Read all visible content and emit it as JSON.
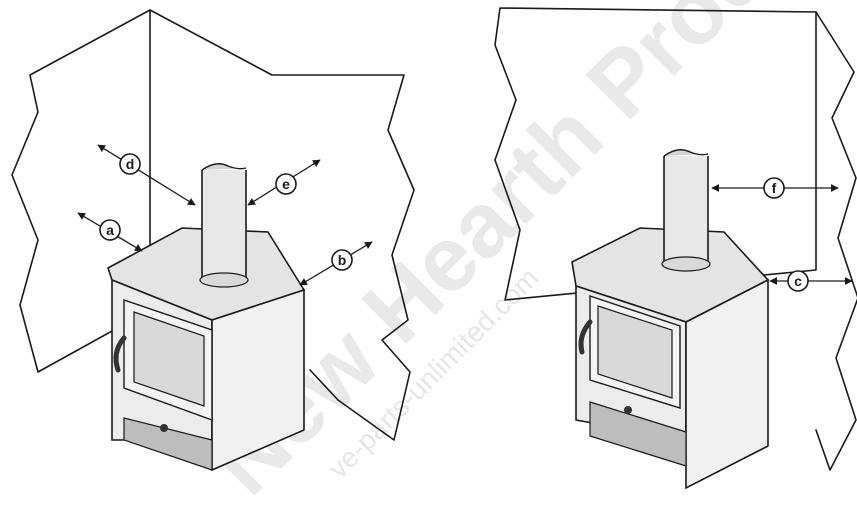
{
  "watermark": {
    "main": "New Hearth Prod",
    "secondary": "ve-parts-unlimited.com"
  },
  "left_diagram": {
    "labels": [
      "a",
      "b",
      "d",
      "e"
    ]
  },
  "right_diagram": {
    "labels": [
      "f",
      "c"
    ]
  },
  "colors": {
    "ink": "#1a1a1a",
    "stove_body": "#ececec",
    "stove_top": "#e4e4e4",
    "glass": "#d9d9d9",
    "flue": "#e8e8e8",
    "handle": "#333333",
    "watermark": "#e9e9e9"
  }
}
